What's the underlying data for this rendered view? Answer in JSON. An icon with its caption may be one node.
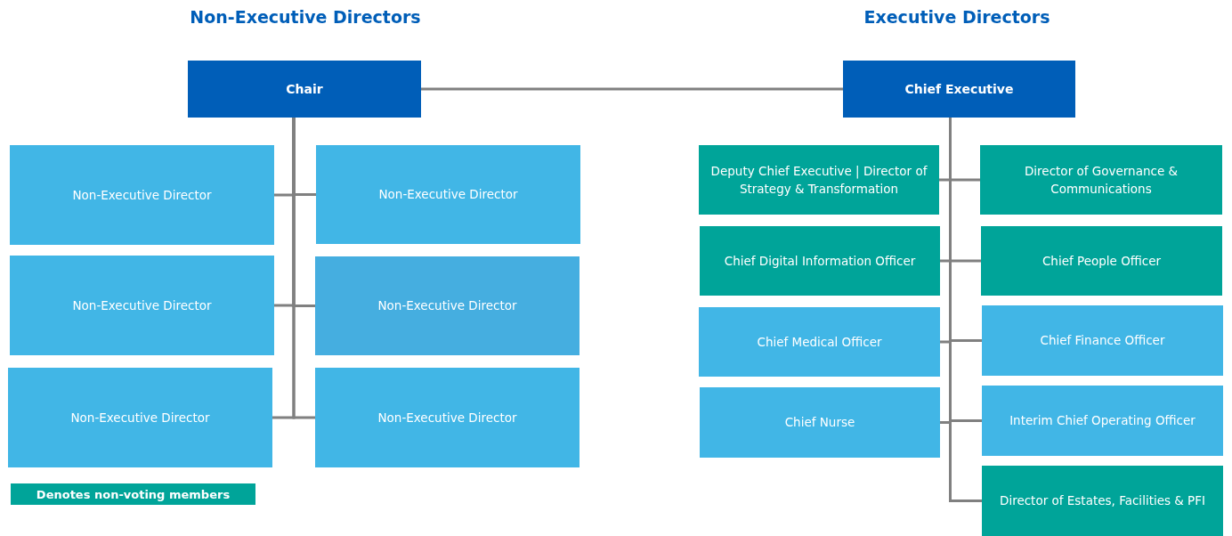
{
  "diagram": {
    "nodes": [
      {
        "text": [
          "Chair"
        ]
      },
      {
        "text": [
          "Chief Executive"
        ]
      },
      {
        "text": [
          "Non-Executive Director"
        ]
      },
      {
        "text": [
          "Non-Executive Director"
        ]
      },
      {
        "text": [
          "Non-Executive Director"
        ]
      },
      {
        "text": [
          "Non-Executive Director"
        ]
      },
      {
        "text": [
          "Non-Executive Director"
        ]
      },
      {
        "text": [
          "Non-Executive Director"
        ]
      },
      {
        "text": [
          "Deputy Chief Executive | Director of Strategy & Transformation"
        ]
      },
      {
        "text": [
          "Director of Governance & Communications"
        ]
      },
      {
        "text": [
          "Chief Digital Information Officer"
        ]
      },
      {
        "text": [
          "Chief People Officer"
        ]
      },
      {
        "text": [
          "Chief Medical Officer"
        ]
      },
      {
        "text": [
          "Chief Finance Officer"
        ]
      },
      {
        "text": [
          "Chief Nurse"
        ]
      },
      {
        "text": [
          "Interim Chief Operating Officer"
        ]
      },
      {
        "text": [
          "Director of Estates, Facilities & PFI"
        ]
      }
    ],
    "edges": [
      {
        "from": 0,
        "to": 1,
        "arrow": "none"
      },
      {
        "from": 0,
        "to": 2,
        "arrow": "none"
      },
      {
        "from": 0,
        "to": 3,
        "arrow": "none"
      },
      {
        "from": 0,
        "to": 4,
        "arrow": "none"
      },
      {
        "from": 0,
        "to": 5,
        "arrow": "none"
      },
      {
        "from": 0,
        "to": 6,
        "arrow": "none"
      },
      {
        "from": 0,
        "to": 7,
        "arrow": "none"
      },
      {
        "from": 1,
        "to": 8,
        "arrow": "none"
      },
      {
        "from": 1,
        "to": 9,
        "arrow": "none"
      },
      {
        "from": 1,
        "to": 10,
        "arrow": "none"
      },
      {
        "from": 1,
        "to": 11,
        "arrow": "none"
      },
      {
        "from": 1,
        "to": 12,
        "arrow": "none"
      },
      {
        "from": 1,
        "to": 13,
        "arrow": "none"
      },
      {
        "from": 1,
        "to": 14,
        "arrow": "none"
      },
      {
        "from": 1,
        "to": 15,
        "arrow": "none"
      },
      {
        "from": 1,
        "to": 16,
        "arrow": "none"
      }
    ],
    "labels": [
      "Non-Executive Directors",
      "Executive Directors"
    ],
    "legend": [
      {
        "text": "Denotes non-voting members",
        "color": "#00a499"
      }
    ]
  }
}
